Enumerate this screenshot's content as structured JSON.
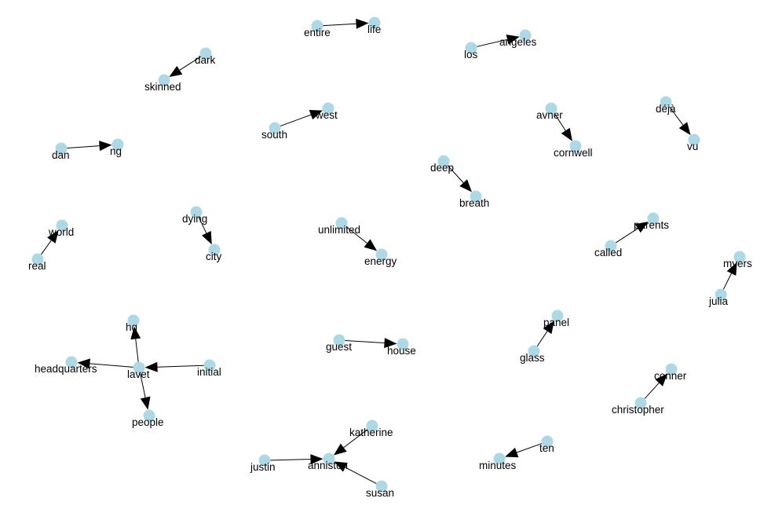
{
  "graph": {
    "node_color": "#add8e6",
    "edge_color": "#000000",
    "nodes": [
      {
        "id": "entire",
        "label": "entire"
      },
      {
        "id": "life",
        "label": "life"
      },
      {
        "id": "los",
        "label": "los"
      },
      {
        "id": "angeles",
        "label": "angeles"
      },
      {
        "id": "dark",
        "label": "dark"
      },
      {
        "id": "skinned",
        "label": "skinned"
      },
      {
        "id": "south",
        "label": "south"
      },
      {
        "id": "west",
        "label": "west"
      },
      {
        "id": "avner",
        "label": "avner"
      },
      {
        "id": "cornwell",
        "label": "cornwell"
      },
      {
        "id": "deja",
        "label": "déjà"
      },
      {
        "id": "vu",
        "label": "vu"
      },
      {
        "id": "dan",
        "label": "dan"
      },
      {
        "id": "ng",
        "label": "ng"
      },
      {
        "id": "deep",
        "label": "deep"
      },
      {
        "id": "breath",
        "label": "breath"
      },
      {
        "id": "real",
        "label": "real"
      },
      {
        "id": "world",
        "label": "world"
      },
      {
        "id": "dying",
        "label": "dying"
      },
      {
        "id": "city",
        "label": "city"
      },
      {
        "id": "unlimited",
        "label": "unlimited"
      },
      {
        "id": "energy",
        "label": "energy"
      },
      {
        "id": "called",
        "label": "called"
      },
      {
        "id": "parents",
        "label": "parents"
      },
      {
        "id": "julia",
        "label": "julia"
      },
      {
        "id": "myers",
        "label": "myers"
      },
      {
        "id": "lavet",
        "label": "lavet"
      },
      {
        "id": "hq",
        "label": "hq"
      },
      {
        "id": "headquarters",
        "label": "headquarters"
      },
      {
        "id": "initial",
        "label": "initial"
      },
      {
        "id": "people",
        "label": "people"
      },
      {
        "id": "guest",
        "label": "guest"
      },
      {
        "id": "house",
        "label": "house"
      },
      {
        "id": "glass",
        "label": "glass"
      },
      {
        "id": "panel",
        "label": "panel"
      },
      {
        "id": "christopher",
        "label": "christopher"
      },
      {
        "id": "conner",
        "label": "conner"
      },
      {
        "id": "katherine",
        "label": "katherine"
      },
      {
        "id": "anniston",
        "label": "anniston"
      },
      {
        "id": "justin",
        "label": "justin"
      },
      {
        "id": "susan",
        "label": "susan"
      },
      {
        "id": "ten",
        "label": "ten"
      },
      {
        "id": "minutes",
        "label": "minutes"
      }
    ],
    "edges": [
      {
        "source": "entire",
        "target": "life"
      },
      {
        "source": "los",
        "target": "angeles"
      },
      {
        "source": "dark",
        "target": "skinned"
      },
      {
        "source": "south",
        "target": "west"
      },
      {
        "source": "avner",
        "target": "cornwell"
      },
      {
        "source": "deja",
        "target": "vu"
      },
      {
        "source": "dan",
        "target": "ng"
      },
      {
        "source": "deep",
        "target": "breath"
      },
      {
        "source": "real",
        "target": "world"
      },
      {
        "source": "dying",
        "target": "city"
      },
      {
        "source": "unlimited",
        "target": "energy"
      },
      {
        "source": "called",
        "target": "parents"
      },
      {
        "source": "julia",
        "target": "myers"
      },
      {
        "source": "lavet",
        "target": "hq"
      },
      {
        "source": "lavet",
        "target": "headquarters"
      },
      {
        "source": "initial",
        "target": "lavet"
      },
      {
        "source": "lavet",
        "target": "people"
      },
      {
        "source": "guest",
        "target": "house"
      },
      {
        "source": "glass",
        "target": "panel"
      },
      {
        "source": "christopher",
        "target": "conner"
      },
      {
        "source": "katherine",
        "target": "anniston"
      },
      {
        "source": "justin",
        "target": "anniston"
      },
      {
        "source": "susan",
        "target": "anniston"
      },
      {
        "source": "ten",
        "target": "minutes"
      }
    ]
  }
}
